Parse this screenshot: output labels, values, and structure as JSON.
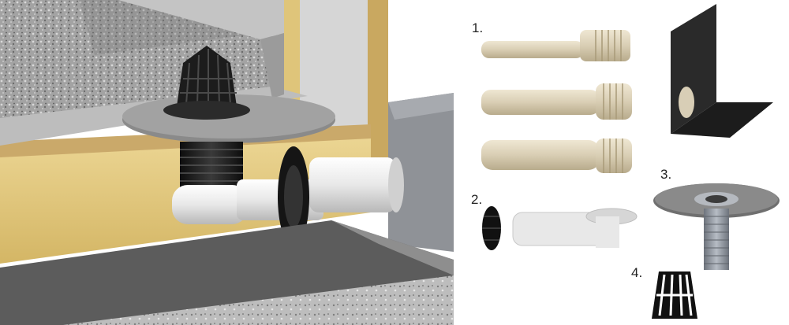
{
  "labels": {
    "one": "1.",
    "two": "2.",
    "three": "3.",
    "four": "4."
  },
  "colors": {
    "gravel": "#9a9a9a",
    "insulation": "#dcc27a",
    "concrete": "#8c8c8c",
    "pipe_beige": "#d8ceb6",
    "drain_black": "#1a1a1a",
    "membrane_grey": "#6f6f6f",
    "pipe_white": "#eeeeee",
    "steel": "#8a8f97"
  },
  "icons": {
    "scene": "roof-drain-cross-section-illustration",
    "part1": "extension-pipe-icon",
    "part2": "elbow-outlet-with-seal-icon",
    "part3": "drain-body-with-flange-icon",
    "part4": "leaf-guard-basket-icon",
    "corner": "corner-membrane-sheet-icon"
  }
}
